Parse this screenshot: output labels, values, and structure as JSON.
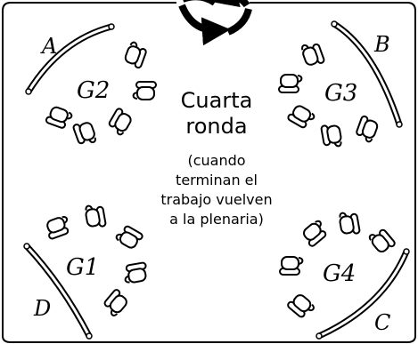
{
  "diagram": {
    "center": {
      "title_lines": [
        "Cuarta",
        "ronda"
      ],
      "note_lines": [
        "(cuando",
        "terminan el",
        "trabajo vuelven",
        "a la plenaria)"
      ]
    },
    "zones": [
      {
        "letter": "A",
        "group": "G2"
      },
      {
        "letter": "B",
        "group": "G3"
      },
      {
        "letter": "C",
        "group": "G4"
      },
      {
        "letter": "D",
        "group": "G1"
      }
    ],
    "colors": {
      "ink": "#000000",
      "paper": "#ffffff"
    },
    "icons": {
      "rotation": "rotation-arrows-icon",
      "person": "seated-person-icon"
    }
  }
}
